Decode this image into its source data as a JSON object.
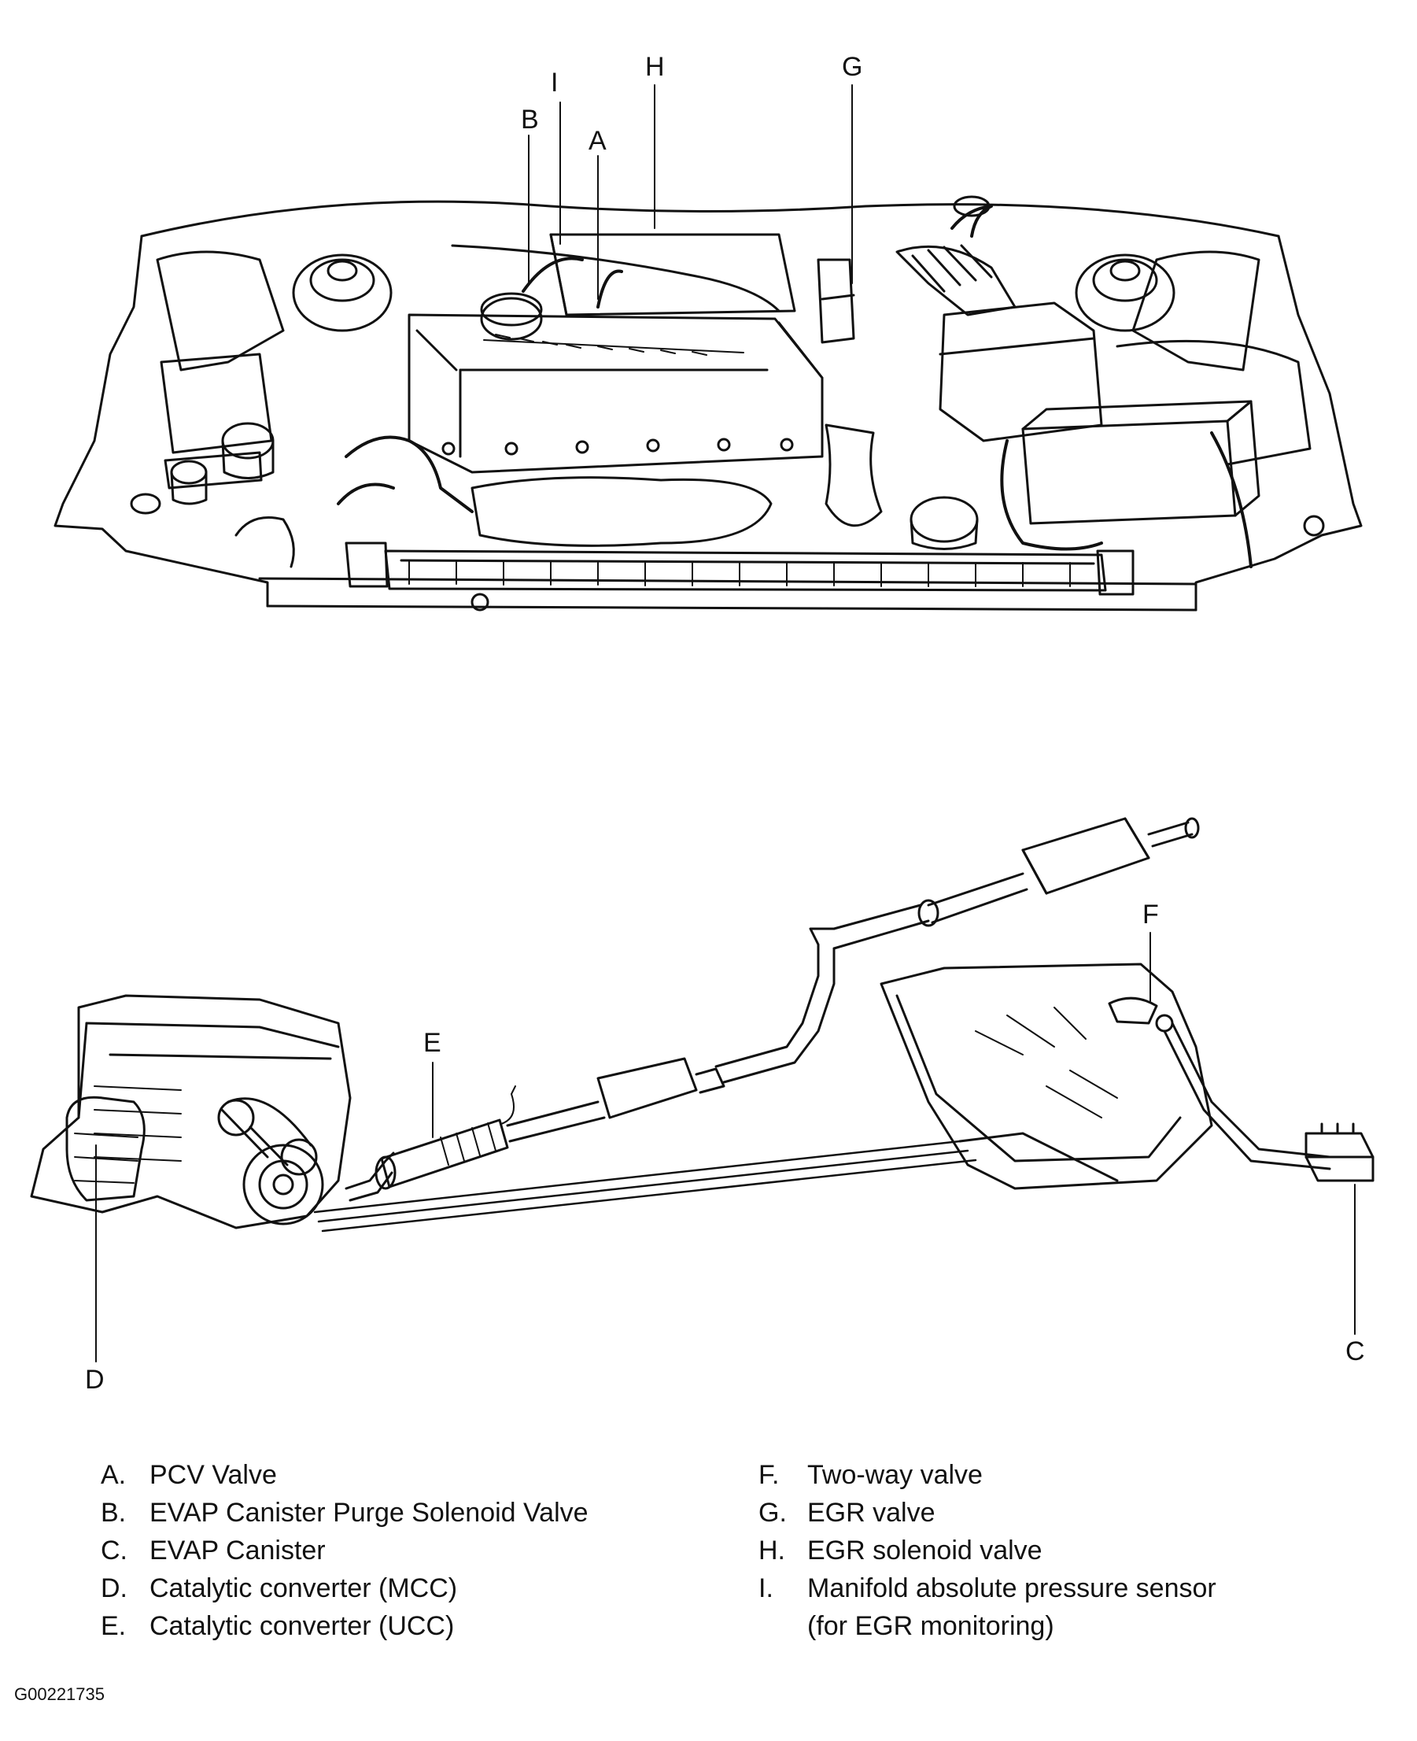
{
  "callouts": {
    "a": "A",
    "b": "B",
    "c": "C",
    "d": "D",
    "e": "E",
    "f": "F",
    "g": "G",
    "h": "H",
    "i": "I"
  },
  "legend": {
    "items": [
      {
        "letter": "A.",
        "text": "PCV Valve"
      },
      {
        "letter": "B.",
        "text": "EVAP Canister Purge Solenoid Valve"
      },
      {
        "letter": "C.",
        "text": "EVAP Canister"
      },
      {
        "letter": "D.",
        "text": "Catalytic converter (MCC)"
      },
      {
        "letter": "E.",
        "text": "Catalytic converter (UCC)"
      },
      {
        "letter": "F.",
        "text": "Two-way valve"
      },
      {
        "letter": "G.",
        "text": "EGR valve"
      },
      {
        "letter": "H.",
        "text": "EGR solenoid valve"
      },
      {
        "letter": "I.",
        "text": "Manifold absolute pressure sensor"
      }
    ],
    "i_continuation": "(for EGR monitoring)"
  },
  "figure_code": "G00221735",
  "colors": {
    "line": "#111111",
    "background": "#ffffff"
  }
}
